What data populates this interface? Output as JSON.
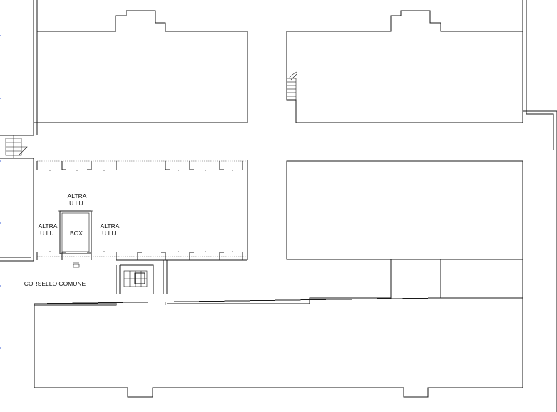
{
  "labels": {
    "altra_top_1": "ALTRA",
    "altra_top_2": "U.I.U.",
    "altra_left_1": "ALTRA",
    "altra_left_2": "U.I.U.",
    "box": "BOX",
    "altra_right_1": "ALTRA",
    "altra_right_2": "U.I.U.",
    "corsello": "CORSELLO COMUNE"
  },
  "colors": {
    "line": "#1a1a1a",
    "background": "#ffffff",
    "margin_marks": "#3a5bd6"
  }
}
